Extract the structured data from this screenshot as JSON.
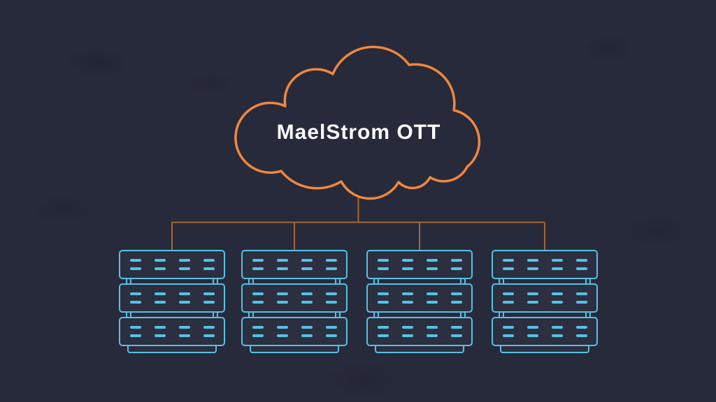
{
  "page": {
    "description": "Cloud-to-server-racks network diagram"
  },
  "cloud": {
    "label": "MaelStrom OTT"
  },
  "colors": {
    "background": "#272A3B",
    "cloud_outline": "#F0873C",
    "connector_line": "#A9662F",
    "rack_outline": "#55C2E4",
    "rack_fill": "#2C2F40",
    "label_text": "#FAFAFA"
  },
  "topology": {
    "rack_count": 4,
    "units_per_rack": 3,
    "indicators_per_unit": {
      "columns": 4,
      "rows": 2
    },
    "racks": [
      {
        "id": "server-rack-1"
      },
      {
        "id": "server-rack-2"
      },
      {
        "id": "server-rack-3"
      },
      {
        "id": "server-rack-4"
      }
    ]
  }
}
